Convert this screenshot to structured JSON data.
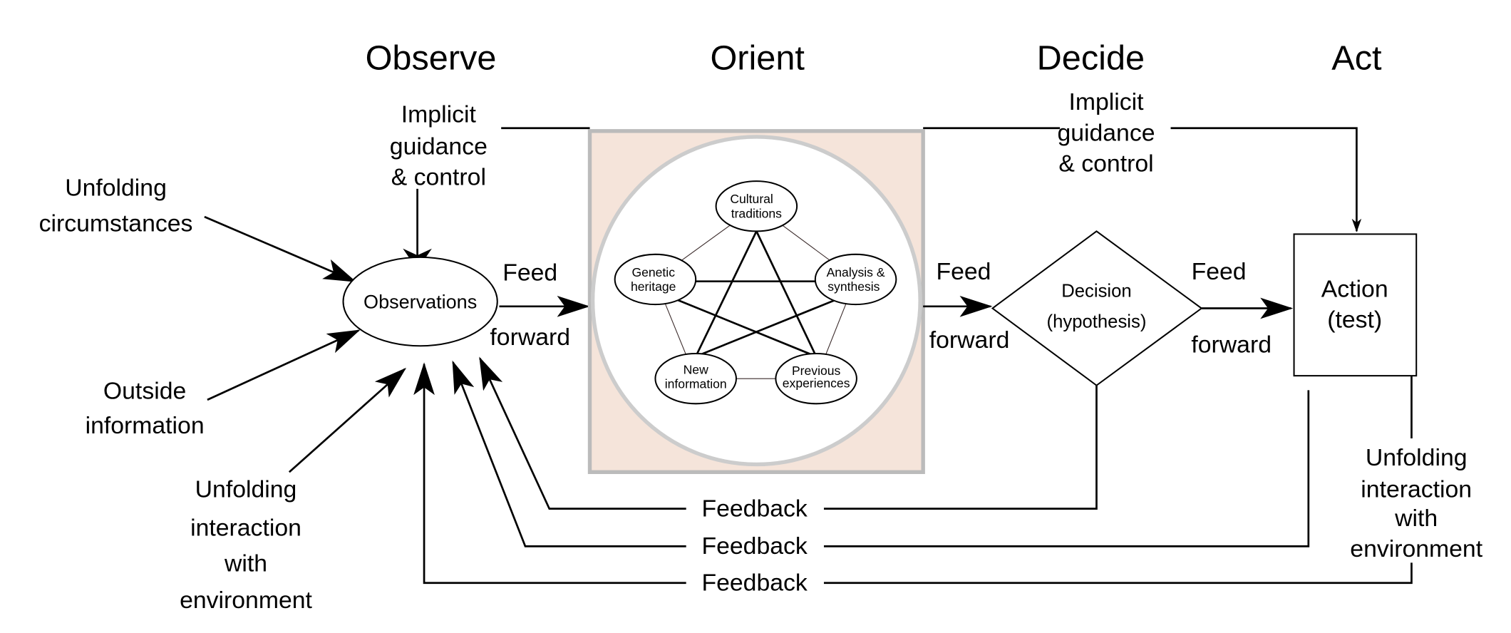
{
  "phases": {
    "observe": "Observe",
    "orient": "Orient",
    "decide": "Decide",
    "act": "Act"
  },
  "observe": {
    "implicit_guidance": [
      "Implicit",
      "guidance",
      "& control"
    ],
    "unfolding_circumstances": [
      "Unfolding",
      "circumstances"
    ],
    "outside_information": [
      "Outside",
      "information"
    ],
    "unfolding_interaction": [
      "Unfolding",
      "interaction",
      "with",
      "environment"
    ],
    "observations": "Observations"
  },
  "feed_forward": {
    "feed": "Feed",
    "forward": "forward"
  },
  "orient": {
    "nodes": [
      "Cultural traditions",
      "Genetic heritage",
      "Analysis & synthesis",
      "New information",
      "Previous experiences"
    ],
    "node_lines": [
      [
        "Cultural",
        "traditions"
      ],
      [
        "Genetic",
        "heritage"
      ],
      [
        "Analysis &",
        "synthesis"
      ],
      [
        "New",
        "information"
      ],
      [
        "Previous",
        "experiences"
      ]
    ],
    "background_color": "#f5e4da"
  },
  "decide": {
    "implicit_guidance": [
      "Implicit",
      "guidance",
      "& control"
    ],
    "decision": [
      "Decision",
      "(hypothesis)"
    ]
  },
  "act": {
    "action": [
      "Action",
      "(test)"
    ],
    "unfolding_interaction": [
      "Unfolding",
      "interaction",
      "with",
      "environment"
    ]
  },
  "feedback": [
    "Feedback",
    "Feedback",
    "Feedback"
  ]
}
